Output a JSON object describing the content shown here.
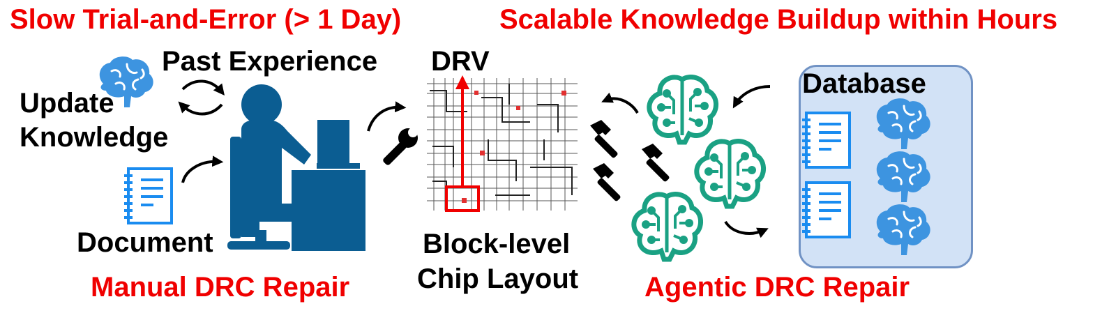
{
  "headings": {
    "left": "Slow Trial-and-Error (> 1 Day)",
    "right": "Scalable Knowledge Buildup within Hours"
  },
  "manual": {
    "past_experience": "Past Experience",
    "update_knowledge_line1": "Update",
    "update_knowledge_line2": "Knowledge",
    "document": "Document",
    "caption": "Manual DRC Repair"
  },
  "layout_panel": {
    "drv": "DRV",
    "caption_line1": "Block-level",
    "caption_line2": "Chip Layout"
  },
  "agentic": {
    "database": "Database",
    "caption": "Agentic DRC Repair"
  },
  "colors": {
    "accent_red": "#f00000",
    "person_blue": "#0b5d92",
    "brain_blue": "#3d94e0",
    "agent_teal": "#1aa183",
    "db_fill": "#d2e2f6",
    "db_border": "#7092c4"
  }
}
